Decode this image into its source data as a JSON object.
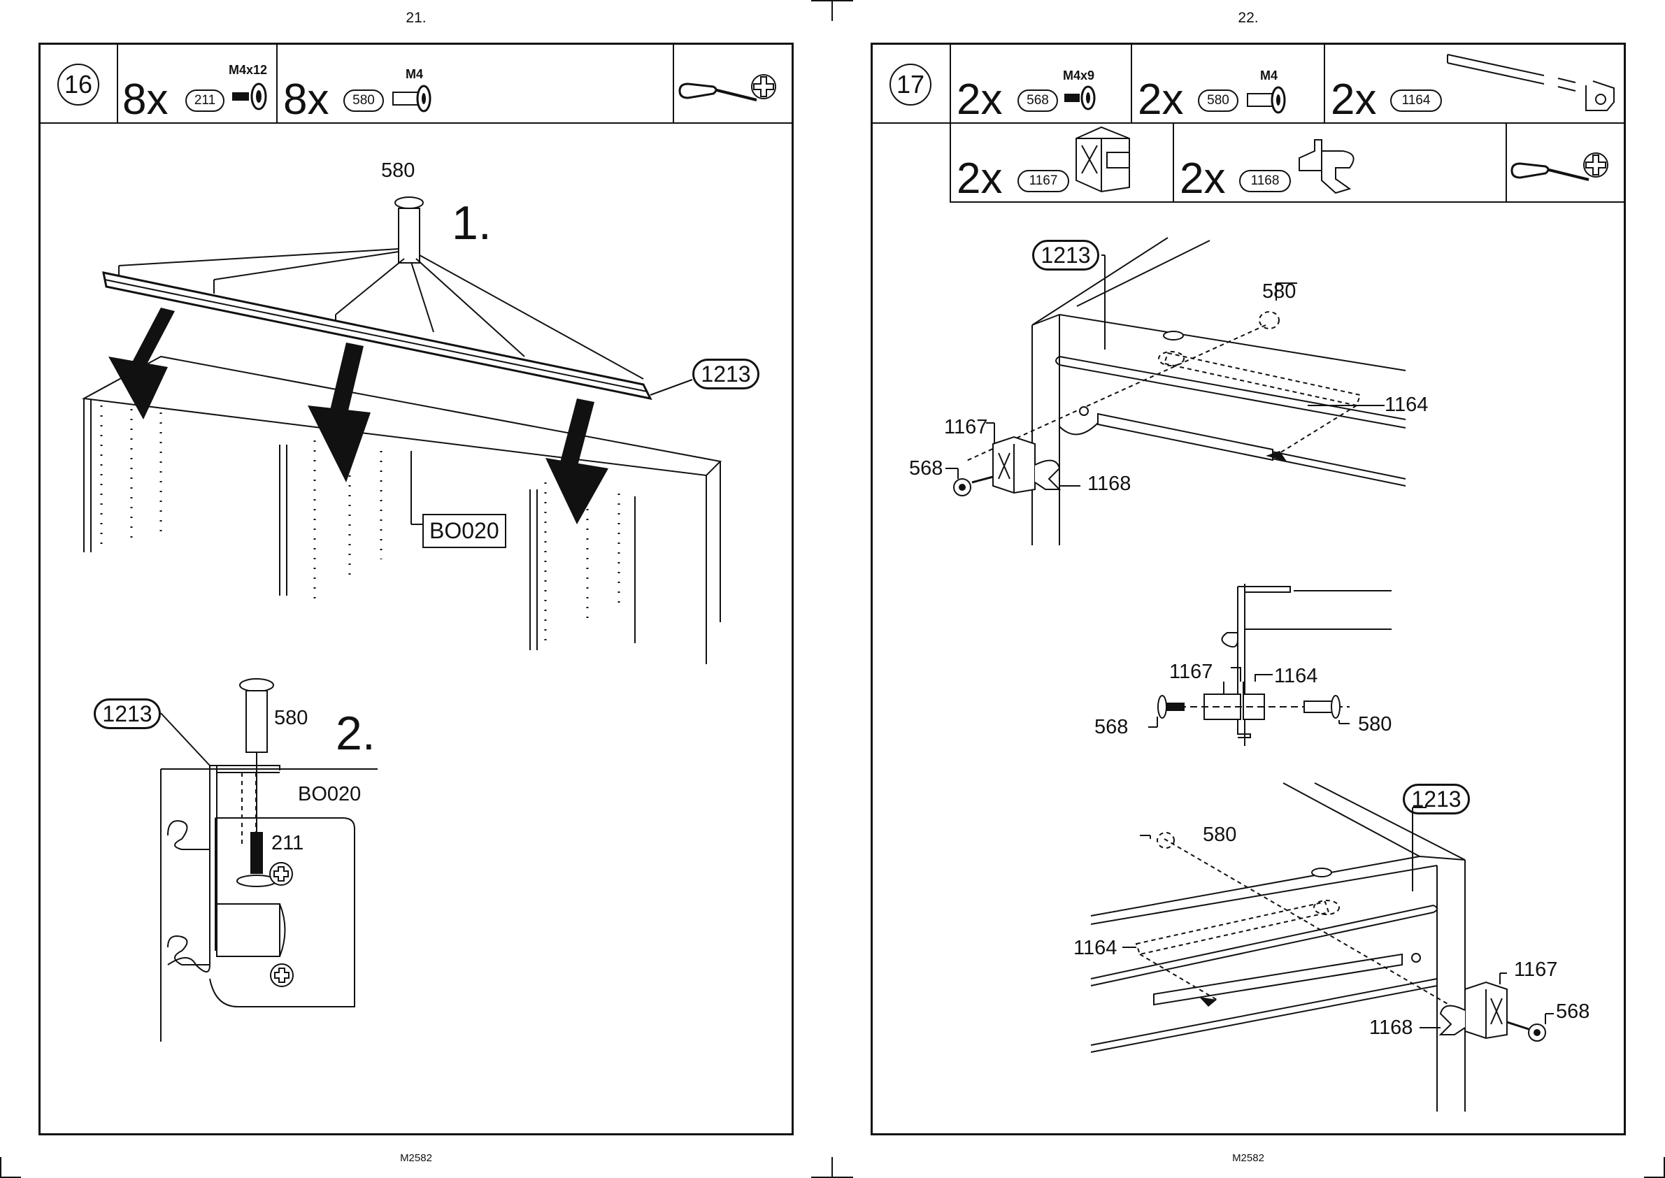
{
  "left_page": {
    "page_number": "21.",
    "footer": "M2582",
    "step": {
      "number": "16",
      "parts": [
        {
          "qty": "8x",
          "part_id": "211",
          "spec": "M4x12",
          "icon": "screw-icon"
        },
        {
          "qty": "8x",
          "part_id": "580",
          "spec": "M4",
          "icon": "connector-bolt-icon"
        }
      ],
      "tool": "screwdriver-icon",
      "tool_head": "phillips-icon",
      "substep1": {
        "number": "1.",
        "labels": {
          "connector": "580",
          "rail": "1213",
          "panel": "BO020"
        }
      },
      "substep2": {
        "number": "2.",
        "labels": {
          "rail": "1213",
          "connector": "580",
          "panel": "BO020",
          "screw": "211"
        }
      }
    }
  },
  "right_page": {
    "page_number": "22.",
    "footer": "M2582",
    "step": {
      "number": "17",
      "parts_row1": [
        {
          "qty": "2x",
          "part_id": "568",
          "spec": "M4x9",
          "icon": "screw-icon"
        },
        {
          "qty": "2x",
          "part_id": "580",
          "spec": "M4",
          "icon": "connector-bolt-icon"
        },
        {
          "qty": "2x",
          "part_id": "1164",
          "spec": "",
          "icon": "rod-icon"
        }
      ],
      "parts_row2": [
        {
          "qty": "2x",
          "part_id": "1167",
          "icon": "rod-support-icon"
        },
        {
          "qty": "2x",
          "part_id": "1168",
          "icon": "rod-clip-icon"
        }
      ],
      "tool": "screwdriver-icon",
      "tool_head": "phillips-icon",
      "detail_top": {
        "rail": "1213",
        "connector": "580",
        "rod": "1164",
        "support": "1167",
        "screw": "568",
        "clip": "1168"
      },
      "detail_mid": {
        "support": "1167",
        "rod": "1164",
        "screw": "568",
        "connector": "580"
      },
      "detail_bottom": {
        "rail": "1213",
        "connector": "580",
        "rod": "1164",
        "support": "1167",
        "screw": "568",
        "clip": "1168"
      }
    }
  }
}
